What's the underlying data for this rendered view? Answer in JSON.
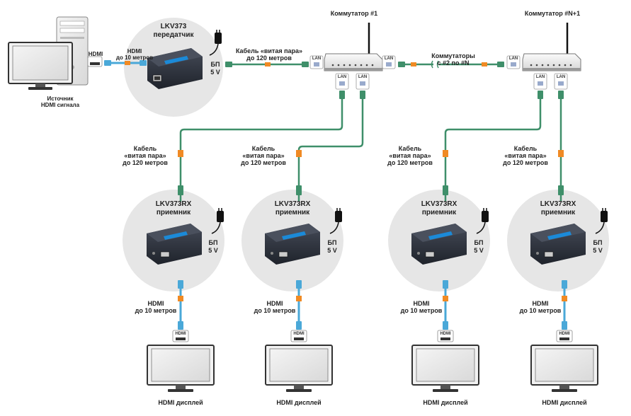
{
  "source": {
    "label_line1": "Источник",
    "label_line2": "HDMI сигнала",
    "hdmi_port": "HDMI"
  },
  "hdmi_cable_top": {
    "line1": "HDMI",
    "line2": "до 10 метров"
  },
  "transmitter": {
    "model": "LKV373",
    "role": "передатчик",
    "psu_line1": "БП",
    "psu_line2": "5 V"
  },
  "tp_cable_top": {
    "line1": "Кабель «витая пара»",
    "line2": "до 120 метров"
  },
  "switch1": {
    "title": "Коммутатор #1",
    "port_label": "LAN"
  },
  "switch_n": {
    "title": "Коммутатор #N+1",
    "port_label": "LAN"
  },
  "switches_between": {
    "line1": "Коммутаторы",
    "line2": "с #2 по #N"
  },
  "tp_cable_drop": {
    "line1": "Кабель",
    "line2": "«витая пара»",
    "line3": "до 120 метров"
  },
  "receiver": {
    "model": "LKV373RX",
    "role": "приемник",
    "psu_line1": "БП",
    "psu_line2": "5 V"
  },
  "hdmi_cable_drop": {
    "line1": "HDMI",
    "line2": "до 10 метров"
  },
  "display": {
    "label": "HDMI дисплей",
    "hdmi_port": "HDMI"
  },
  "colors": {
    "cable_green": "#3f8f6a",
    "cable_blue": "#4aa8d8",
    "connector_orange": "#f08a24",
    "circle_bg": "#e6e6e6",
    "device_body": "#2f3440",
    "device_accent": "#1b8ad8"
  }
}
